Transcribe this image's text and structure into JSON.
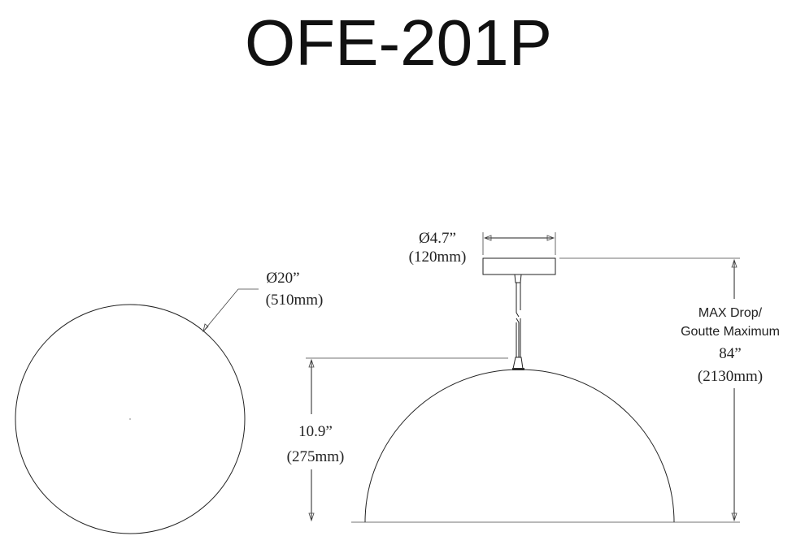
{
  "title": "OFE-201P",
  "top_view": {
    "diameter_in": "Ø20”",
    "diameter_mm": "(510mm)"
  },
  "canopy": {
    "diameter_in": "Ø4.7”",
    "diameter_mm": "(120mm)"
  },
  "height": {
    "value_in": "10.9”",
    "value_mm": "(275mm)"
  },
  "max_drop": {
    "label_en": "MAX Drop/",
    "label_fr": "Goutte Maximum",
    "value_in": "84”",
    "value_mm": "(2130mm)"
  }
}
